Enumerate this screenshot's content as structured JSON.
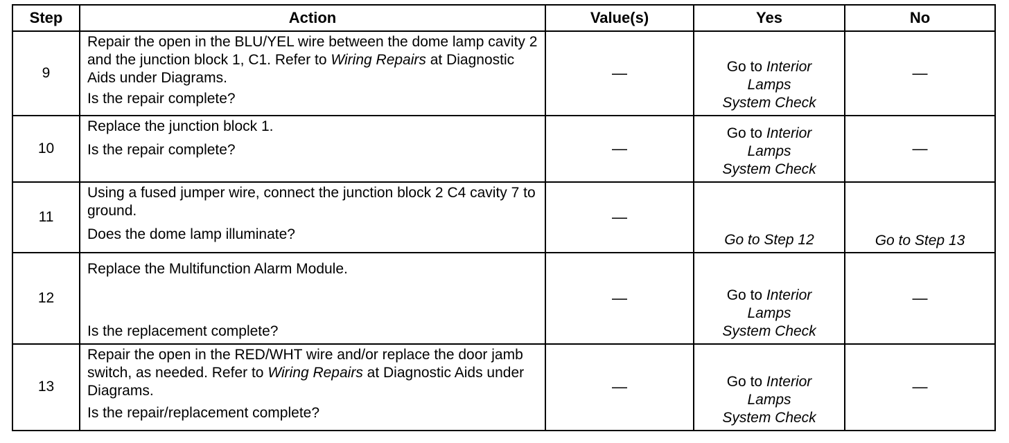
{
  "headers": {
    "step": "Step",
    "action": "Action",
    "values": "Value(s)",
    "yes": "Yes",
    "no": "No"
  },
  "rows": [
    {
      "step": "9",
      "action_a": "Repair the open in the BLU/YEL wire between the dome lamp cavity 2 and the junction block 1, C1. Refer to ",
      "action_em": "Wiring Repairs",
      "action_b": " at Diagnostic Aids under Diagrams.",
      "question": "Is the repair complete?",
      "value": "—",
      "yes_prefix": "Go to ",
      "yes_em1": "Interior",
      "yes_em2": "Lamps",
      "yes_em3": "System Check",
      "no": "—"
    },
    {
      "step": "10",
      "action": "Replace the junction block 1.",
      "question": "Is the repair complete?",
      "value": "—",
      "yes_prefix": "Go to ",
      "yes_em1": "Interior",
      "yes_em2": "Lamps",
      "yes_em3": "System Check",
      "no": "—"
    },
    {
      "step": "11",
      "action": "Using a fused jumper wire, connect the junction block 2 C4 cavity 7 to ground.",
      "question": "Does the dome lamp illuminate?",
      "value": "—",
      "yes": "Go to Step 12",
      "no": "Go to Step 13"
    },
    {
      "step": "12",
      "action": "Replace the Multifunction Alarm Module.",
      "question": "Is the replacement complete?",
      "value": "—",
      "yes_prefix": "Go to ",
      "yes_em1": "Interior",
      "yes_em2": "Lamps",
      "yes_em3": "System Check",
      "no": "—"
    },
    {
      "step": "13",
      "action_a": "Repair the open in the RED/WHT wire and/or replace the door jamb switch, as needed. Refer to ",
      "action_em": "Wiring Repairs",
      "action_b": " at Diagnostic Aids under Diagrams.",
      "question": "Is the repair/replacement complete?",
      "value": "—",
      "yes_prefix": "Go to ",
      "yes_em1": "Interior",
      "yes_em2": "Lamps",
      "yes_em3": "System Check",
      "no": "—"
    }
  ]
}
